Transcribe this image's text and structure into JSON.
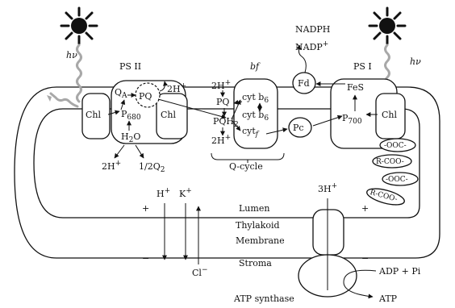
{
  "labels": {
    "hv_left": "hν",
    "hv_right": "hν",
    "ps2": "PS II",
    "ps1": "PS I",
    "bf": "bf",
    "nadph": "NADPH",
    "nadp": "NADP",
    "nadp_sup": "+",
    "fd": "Fd",
    "fes": "FeS",
    "chl_ps2_left": "Chl",
    "chl_ps2_right": "Chl",
    "chl_ps1": "Chl",
    "qa": "Q",
    "qa_sub": "A",
    "pq_ps2": "PQ",
    "h2_top_ps2": "2H",
    "h2_top_ps2_sup": "+",
    "p680": "P",
    "p680_sub": "680",
    "h2o": "H",
    "h2o_sub": "2",
    "h2o_tail": "O",
    "h2_bottom_ps2": "2H",
    "h2_bottom_ps2_sup": "+",
    "o2": "1/2Q",
    "o2_sub": "2",
    "h2_top_bf": "2H",
    "h2_top_bf_sup": "+",
    "h2_bottom_bf": "2H",
    "h2_bottom_bf_sup": "+",
    "pq_bf": "PQ",
    "pqh2": "PQH",
    "pqh2_sub": "2",
    "cyt_b6_top": "cyt b",
    "cyt_b6_top_sub": "6",
    "cyt_b6_mid": "cyt b",
    "cyt_b6_mid_sub": "6",
    "cyt_f": "cyt",
    "cyt_f_sub": "f",
    "pc": "Pc",
    "p700": "P",
    "p700_sub": "700",
    "qcycle": "Q-cycle",
    "ooc1": "-OOC-",
    "rcoo1": "R-COO-",
    "ooc2": "-OOC-",
    "rcoo2": "R-COO-",
    "lumen": "Lumen",
    "thylakoid": "Thylakoid",
    "membrane": "Membrane",
    "stroma": "Stroma",
    "hplus": "H",
    "hplus_sup": "+",
    "kplus": "K",
    "kplus_sup": "+",
    "clminus": "Cl",
    "clminus_sup": "−",
    "plus_left": "+",
    "minus_left": "−",
    "plus_right": "+",
    "minus_right": "−",
    "h3": "3H",
    "h3_sup": "+",
    "adp": "ADP + Pi",
    "atp": "ATP",
    "atp_synthase": "ATP synthase"
  },
  "colors": {
    "ink": "#111111",
    "light_wave": "#a8a8a8",
    "sun": "#111111",
    "background": "#ffffff"
  },
  "icons": [
    "sun-icon",
    "sun-icon"
  ]
}
